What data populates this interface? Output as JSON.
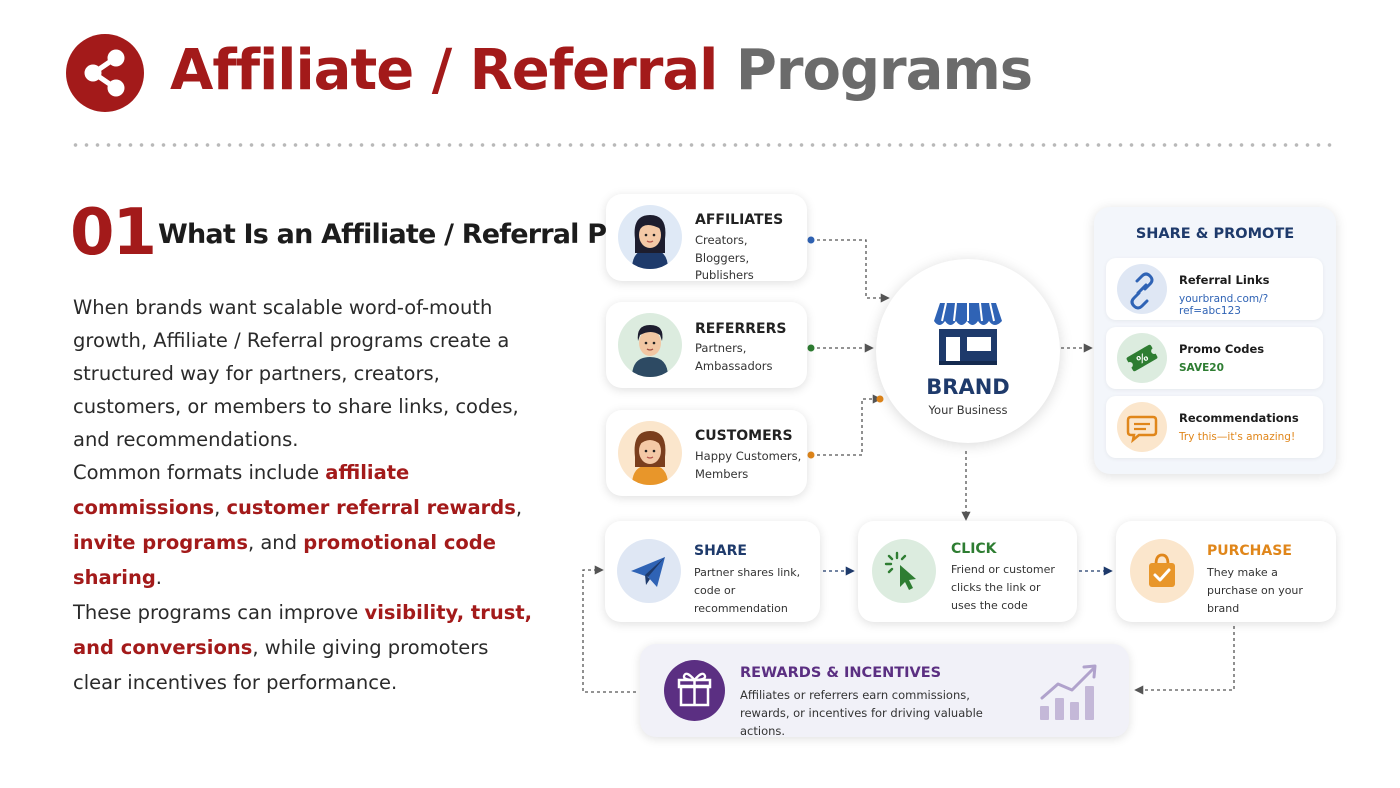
{
  "header": {
    "title_part1": "Affiliate / Referral",
    "title_part2": "Programs",
    "icon": "share-icon"
  },
  "section": {
    "number": "01",
    "title": "What Is an Affiliate / Referral Program",
    "para1": "When brands want scalable word-of-mouth growth, Affiliate / Referral programs create a structured way for partners, creators, customers, or members to share links, codes, and recommendations.",
    "para2": {
      "t1": "Common formats include ",
      "h1": "affiliate commissions",
      "t2": ", ",
      "h2": "customer referral rewards",
      "t3": ", ",
      "h3": "invite programs",
      "t4": ", and ",
      "h4": "promotional code sharing",
      "t5": "."
    },
    "para3": {
      "t1": "These programs can improve ",
      "h1": "visibility, trust, and conversions",
      "t2": ", while giving promoters clear incentives for performance."
    },
    "highlight_color": "#a31a1a"
  },
  "diagram": {
    "roles": [
      {
        "title": "AFFILIATES",
        "desc": "Creators, Bloggers, Publishers",
        "color": "#1e3a6b"
      },
      {
        "title": "REFERRERS",
        "desc": "Partners, Ambassadors",
        "color": "#2e7d32"
      },
      {
        "title": "CUSTOMERS",
        "desc": "Happy Customers, Members",
        "color": "#e0861a"
      }
    ],
    "brand": {
      "name": "BRAND",
      "sub": "Your Business",
      "icon": "storefront-icon"
    },
    "share_promote": {
      "title": "SHARE & PROMOTE",
      "items": [
        {
          "label": "Referral Links",
          "value": "yourbrand.com/?ref=abc123",
          "icon": "link-icon",
          "color": "#2f63b5"
        },
        {
          "label": "Promo Codes",
          "value": "SAVE20",
          "icon": "coupon-icon",
          "color": "#2e7d32"
        },
        {
          "label": "Recommendations",
          "value": "Try this—it's amazing!",
          "icon": "chat-bubble-icon",
          "color": "#e0861a"
        }
      ]
    },
    "steps": [
      {
        "title": "SHARE",
        "desc": "Partner shares link, code or recommendation",
        "icon": "paper-plane-icon",
        "color": "#1e3a6b"
      },
      {
        "title": "CLICK",
        "desc": "Friend or customer clicks the link or uses the code",
        "icon": "cursor-click-icon",
        "color": "#2e7d32"
      },
      {
        "title": "PURCHASE",
        "desc": "They make a purchase on your brand",
        "icon": "shopping-bag-icon",
        "color": "#e0861a"
      }
    ],
    "rewards": {
      "title": "REWARDS & INCENTIVES",
      "desc": "Affiliates or referrers earn commissions, rewards, or incentives for driving valuable actions.",
      "icon": "gift-icon",
      "chart_icon": "growth-chart-icon"
    }
  }
}
